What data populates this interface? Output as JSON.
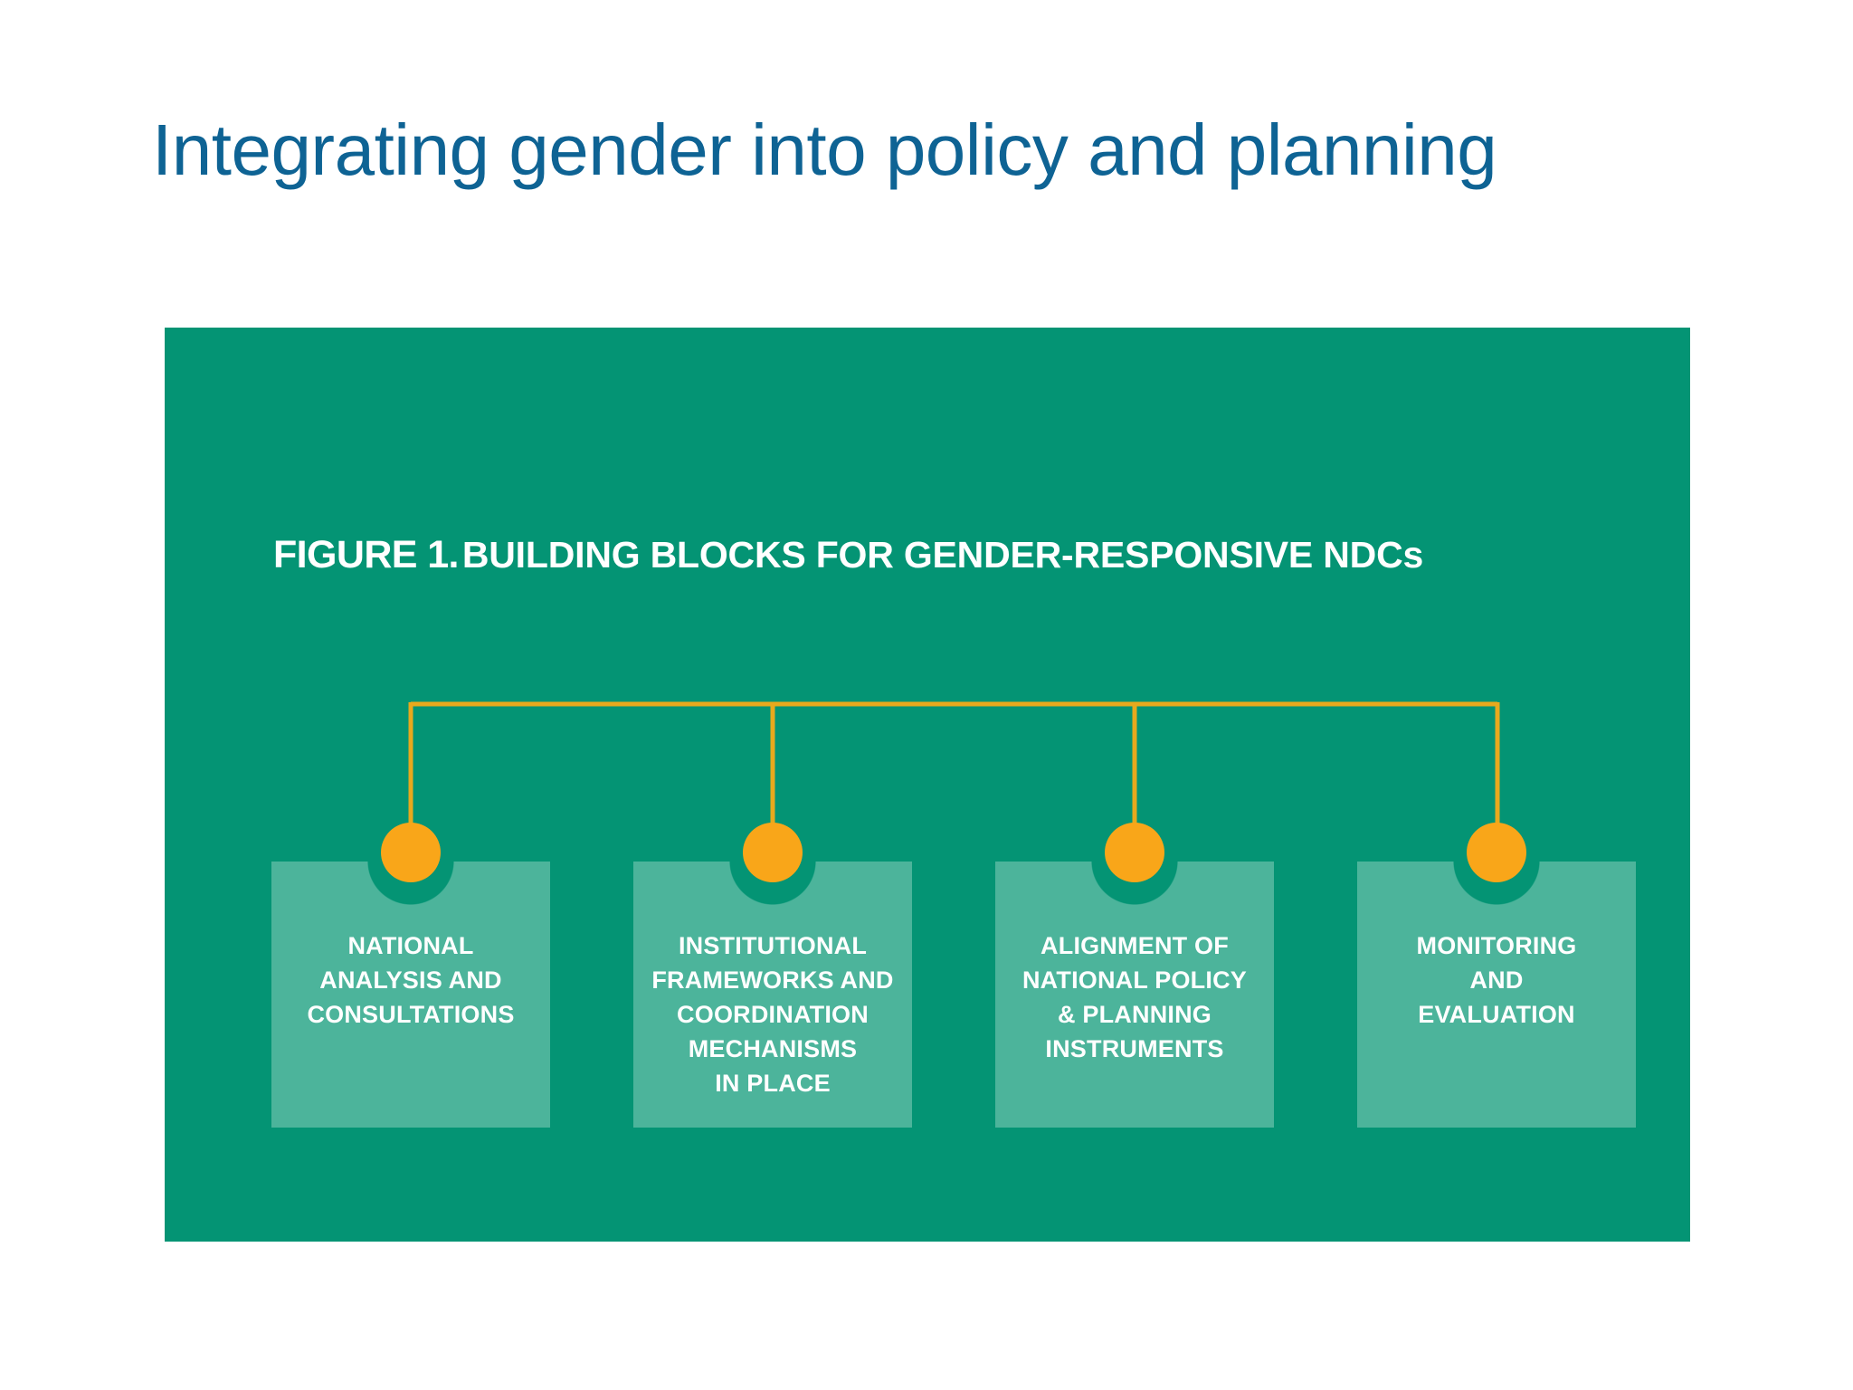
{
  "slide": {
    "title": "Integrating gender into policy and planning",
    "title_color": "#0e6394",
    "background_color": "#ffffff"
  },
  "figure": {
    "panel_color": "#049474",
    "block_color": "#4cb49b",
    "node_color": "#f9a619",
    "connector_color": "#e8a91d",
    "label_color": "#ffffff",
    "heading_number": "FIGURE 1.",
    "heading_rest": "BUILDING BLOCKS FOR GENDER-RESPONSIVE NDCs",
    "blocks": [
      {
        "label": "NATIONAL\nANALYSIS AND\nCONSULTATIONS"
      },
      {
        "label": "INSTITUTIONAL\nFRAMEWORKS AND\nCOORDINATION\nMECHANISMS\nIN PLACE"
      },
      {
        "label": "ALIGNMENT OF\nNATIONAL POLICY\n& PLANNING\nINSTRUMENTS"
      },
      {
        "label": "MONITORING\nAND\nEVALUATION"
      }
    ]
  },
  "chart_data": {
    "type": "diagram",
    "title": "FIGURE 1. BUILDING BLOCKS FOR GENDER-RESPONSIVE NDCs",
    "layout": "horizontal-bus-with-four-drops",
    "categories": [
      "NATIONAL ANALYSIS AND CONSULTATIONS",
      "INSTITUTIONAL FRAMEWORKS AND COORDINATION MECHANISMS IN PLACE",
      "ALIGNMENT OF NATIONAL POLICY & PLANNING INSTRUMENTS",
      "MONITORING AND EVALUATION"
    ],
    "values": [
      1,
      1,
      1,
      1
    ],
    "legend": [],
    "xlabel": "",
    "ylabel": ""
  }
}
